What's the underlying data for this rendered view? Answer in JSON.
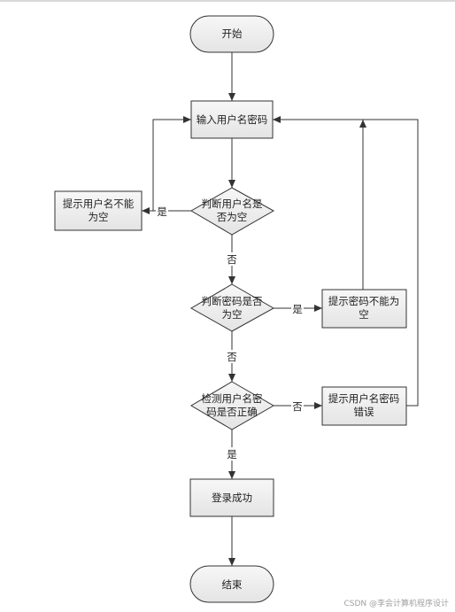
{
  "diagram": {
    "start": "开始",
    "input": "输入用户名密码",
    "check_user": [
      "判断用户名是",
      "否为空"
    ],
    "user_empty_msg": [
      "提示用户名不能",
      "为空"
    ],
    "check_pass": [
      "判断密码是否",
      "为空"
    ],
    "pass_empty_msg": [
      "提示密码不能为",
      "空"
    ],
    "verify": [
      "检测用户名密",
      "码是否正确"
    ],
    "verify_fail_msg": [
      "提示用户名密码",
      "错误"
    ],
    "success": "登录成功",
    "end": "结束",
    "labels": {
      "yes_user": "是",
      "no_user": "否",
      "yes_pass": "是",
      "no_pass": "否",
      "no_verify": "否",
      "yes_verify": "是"
    }
  },
  "watermark": "CSDN @李会计算机程序设计"
}
